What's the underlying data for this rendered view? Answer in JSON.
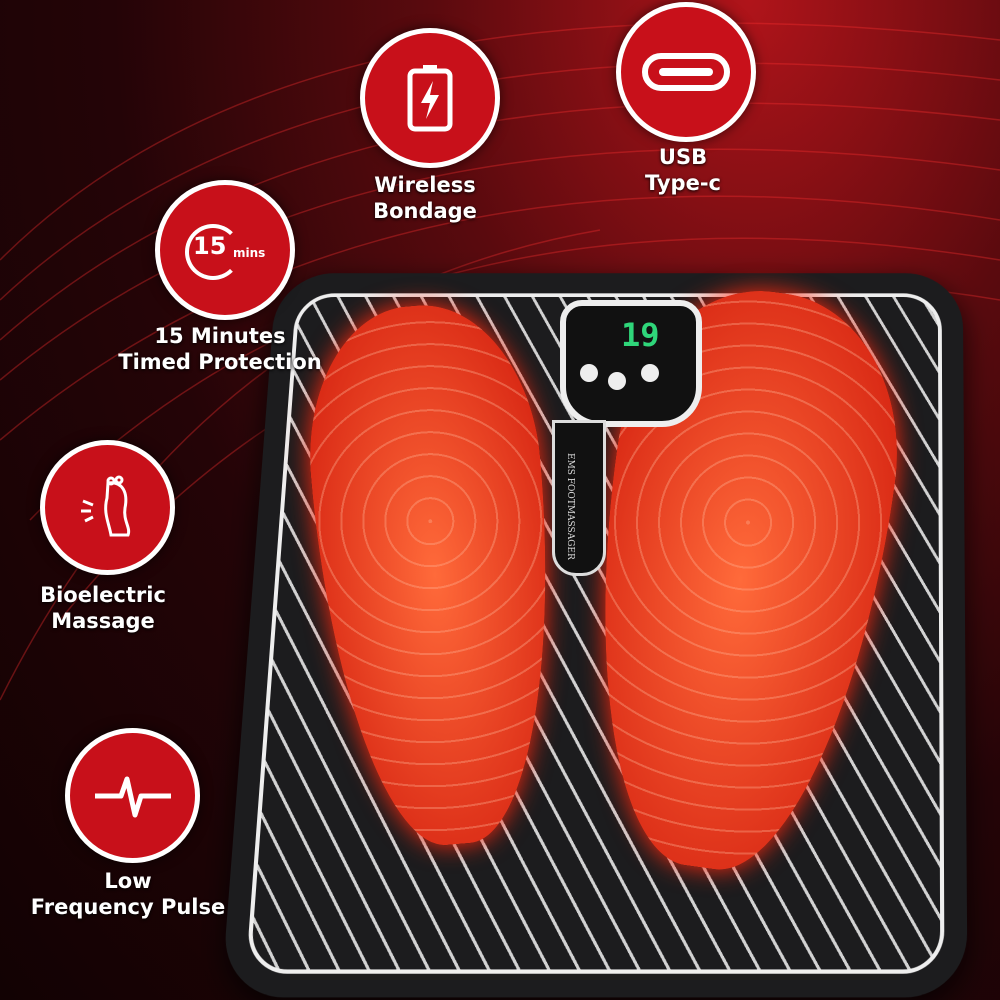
{
  "colors": {
    "accent": "#c8101a",
    "lcd": "#2fd67a"
  },
  "features": [
    {
      "icon": "battery-charging-icon",
      "title": "Wireless",
      "subtitle": "Bondage"
    },
    {
      "icon": "usb-c-icon",
      "title": "USB",
      "subtitle": "Type-c"
    },
    {
      "icon": "timer-icon",
      "icon_text": "15",
      "icon_unit": "mins",
      "title": "15 Minutes",
      "subtitle": "Timed Protection"
    },
    {
      "icon": "foot-pulse-icon",
      "title": "Bioelectric",
      "subtitle": "Massage"
    },
    {
      "icon": "pulse-wave-icon",
      "title": "Low",
      "subtitle": "Frequency Pulse"
    }
  ],
  "device": {
    "display": "19",
    "label": "EMS FOOTMASSAGER"
  }
}
